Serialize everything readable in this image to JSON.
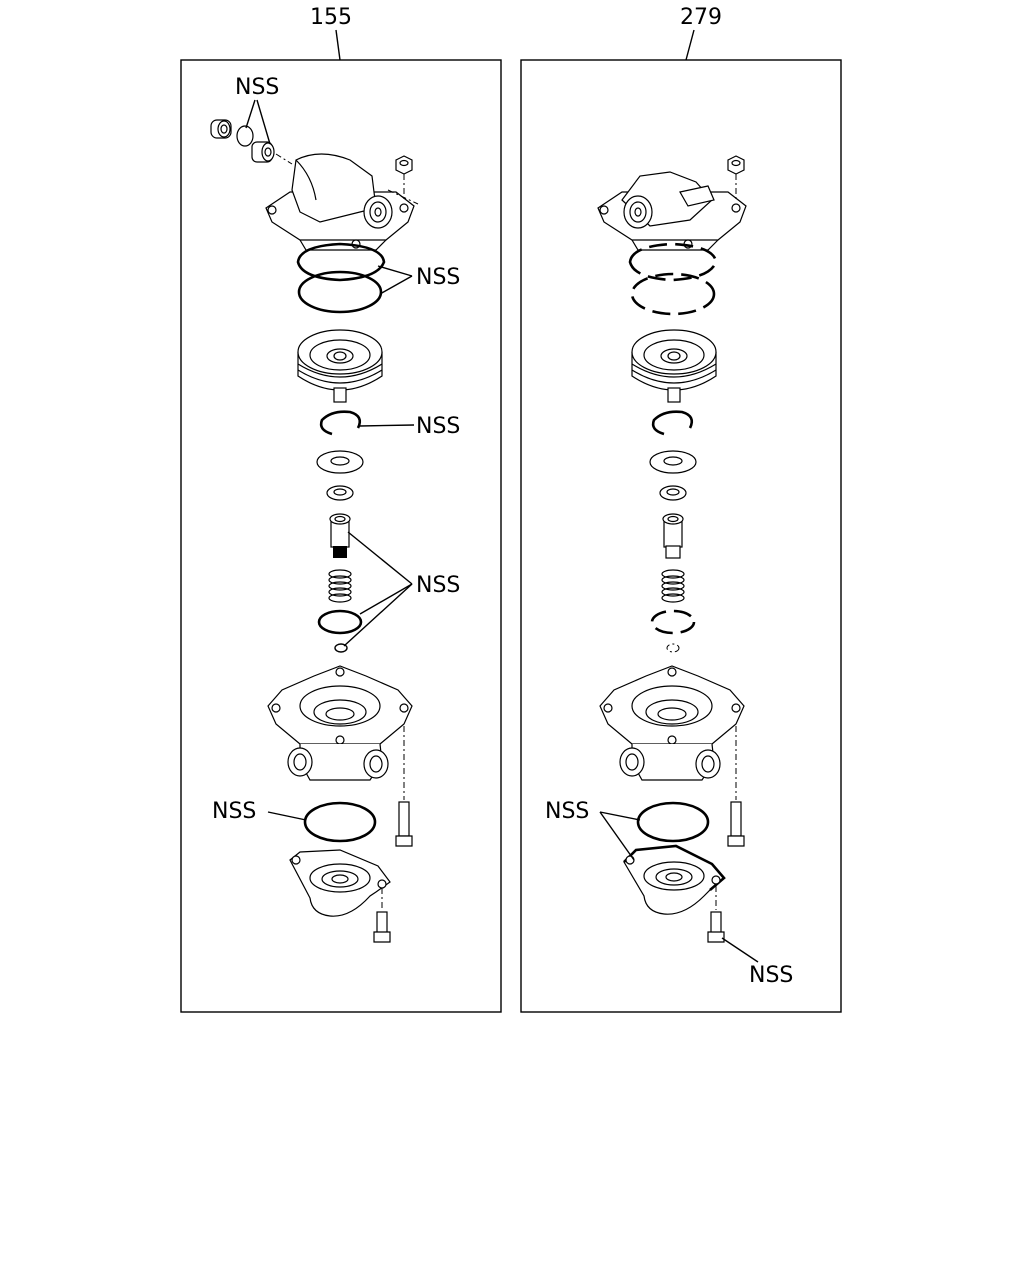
{
  "panels": [
    {
      "ref": "155",
      "callouts": [
        "NSS",
        "NSS",
        "NSS",
        "NSS",
        "NSS"
      ]
    },
    {
      "ref": "279",
      "callouts": [
        "NSS",
        "NSS"
      ]
    }
  ]
}
